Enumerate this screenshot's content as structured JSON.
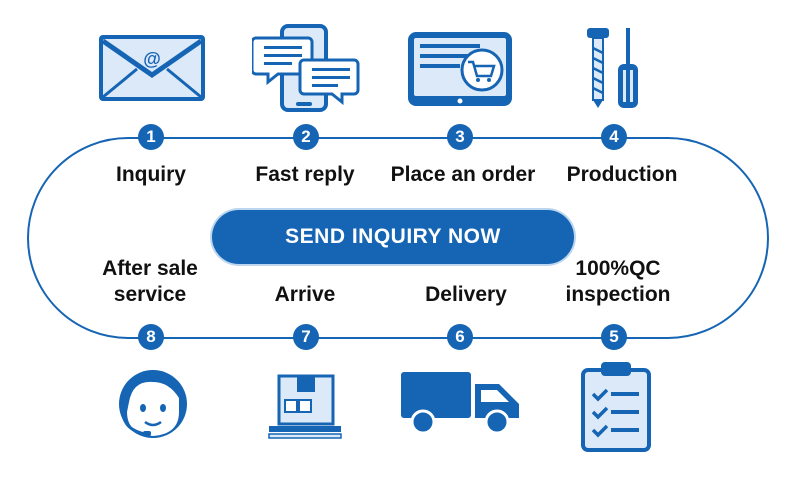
{
  "colors": {
    "primary": "#1565b4",
    "light": "#dbe9f8",
    "text": "#111111"
  },
  "cta": {
    "label": "SEND INQUIRY NOW"
  },
  "steps": [
    {
      "number": "1",
      "label": "Inquiry",
      "icon": "envelope-email-icon"
    },
    {
      "number": "2",
      "label": "Fast reply",
      "icon": "phone-chat-icon"
    },
    {
      "number": "3",
      "label": "Place an order",
      "icon": "tablet-cart-icon"
    },
    {
      "number": "4",
      "label": "Production",
      "icon": "screw-screwdriver-icon"
    },
    {
      "number": "5",
      "label_line1": "100%QC",
      "label_line2": "inspection",
      "icon": "clipboard-checklist-icon"
    },
    {
      "number": "6",
      "label": "Delivery",
      "icon": "delivery-truck-icon"
    },
    {
      "number": "7",
      "label": "Arrive",
      "icon": "package-box-icon"
    },
    {
      "number": "8",
      "label_line1": "After sale",
      "label_line2": "service",
      "icon": "headset-agent-icon"
    }
  ]
}
